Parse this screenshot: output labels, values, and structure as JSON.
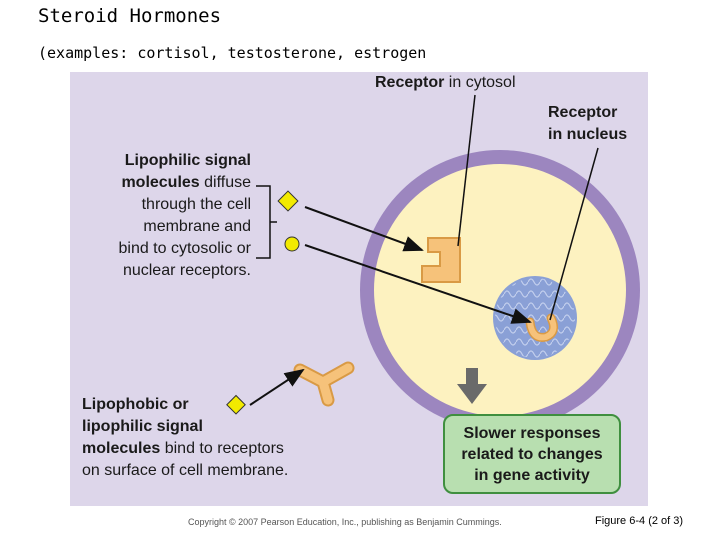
{
  "slide": {
    "title": "Steroid Hormones",
    "subtitle": "(examples: cortisol, testosterone, estrogen"
  },
  "figure": {
    "receptor_cytosol": {
      "bold": "Receptor",
      "rest": " in cytosol"
    },
    "receptor_nucleus": {
      "line1": "Receptor",
      "line2": "in nucleus"
    },
    "lipophilic": {
      "bold1": "Lipophilic signal",
      "bold2": "molecules",
      "rest2": " diffuse",
      "line3": "through the cell",
      "line4": "membrane and",
      "line5": "bind to cytosolic or",
      "line6": "nuclear receptors."
    },
    "lipophobic": {
      "bold1": "Lipophobic or",
      "bold2": "lipophilic signal",
      "bold3": "molecules",
      "rest3": " bind to receptors",
      "line4": "on surface of cell membrane."
    },
    "response": {
      "line1": "Slower responses",
      "line2": "related to changes",
      "line3": "in gene activity"
    },
    "colors": {
      "background": "#ddd6ea",
      "cell_membrane": "#9c86bf",
      "cytosol": "#fdf2c0",
      "signal_molecule": "#f2ea00",
      "receptor": "#f6c27a",
      "nucleus": "#8aa0d6",
      "response_box": "#b8dfb0"
    }
  },
  "footer": {
    "copyright": "Copyright © 2007 Pearson Education, Inc., publishing as Benjamin Cummings.",
    "figure_ref": "Figure 6-4 (2 of 3)"
  }
}
